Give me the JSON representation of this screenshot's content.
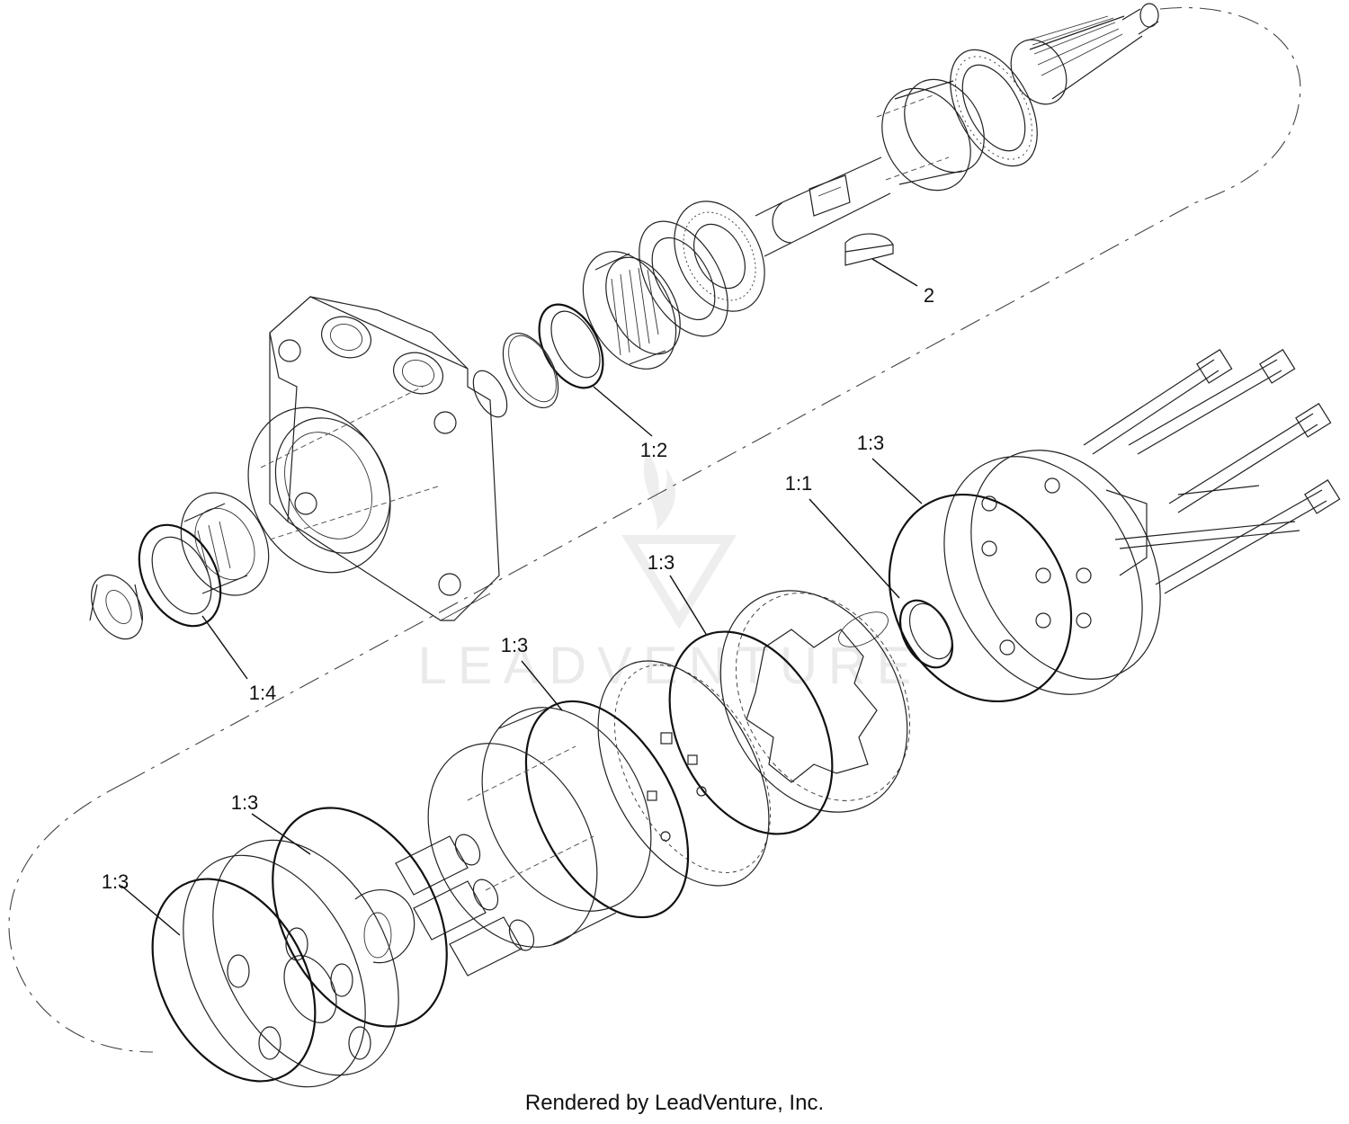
{
  "diagram": {
    "footer": "Rendered by LeadVenture, Inc.",
    "watermark": "LEADVENTURE",
    "callouts": [
      {
        "id": "callout-2",
        "label": "2"
      },
      {
        "id": "callout-1-2",
        "label": "1:2"
      },
      {
        "id": "callout-1-4",
        "label": "1:4"
      },
      {
        "id": "callout-1-3-a",
        "label": "1:3"
      },
      {
        "id": "callout-1-1",
        "label": "1:1"
      },
      {
        "id": "callout-1-3-b",
        "label": "1:3"
      },
      {
        "id": "callout-1-3-c",
        "label": "1:3"
      },
      {
        "id": "callout-1-3-d",
        "label": "1:3"
      },
      {
        "id": "callout-1-3-e",
        "label": "1:3"
      }
    ],
    "colors": {
      "ink": "#222222",
      "background": "#ffffff",
      "watermark": "#d9d9d9"
    }
  }
}
